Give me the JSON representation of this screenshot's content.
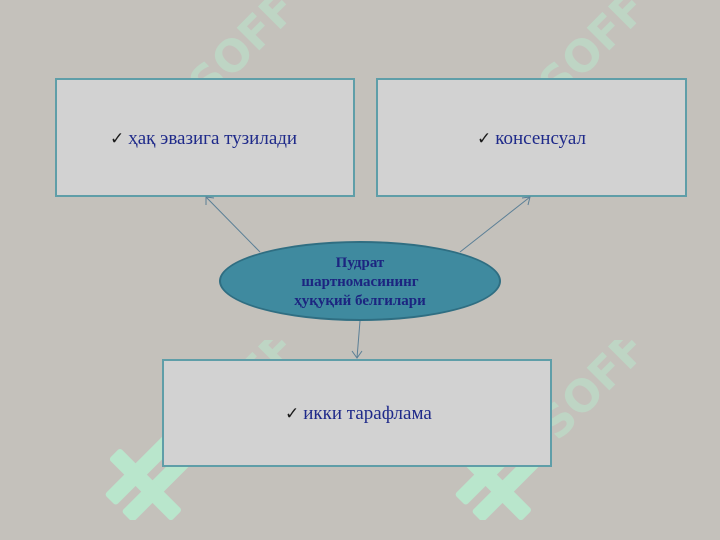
{
  "center": {
    "lines": [
      "Пудрат",
      "шартномасининг",
      "ҳуқуқий белгилари"
    ]
  },
  "boxes": {
    "top_left": {
      "label": "ҳақ эвазига тузилади"
    },
    "top_right": {
      "label": "консенсуал"
    },
    "bottom": {
      "label": "икки тарафлама"
    }
  },
  "watermark": {
    "text": "SOFF"
  },
  "icons": {
    "bullet": "check-icon",
    "watermark": "logo-icon"
  },
  "colors": {
    "background": "#c4c1bb",
    "box_fill": "#d2d2d2",
    "box_border": "#5f9ea8",
    "ellipse_fill": "#3f8a9f",
    "text": "#1f2a8a"
  }
}
